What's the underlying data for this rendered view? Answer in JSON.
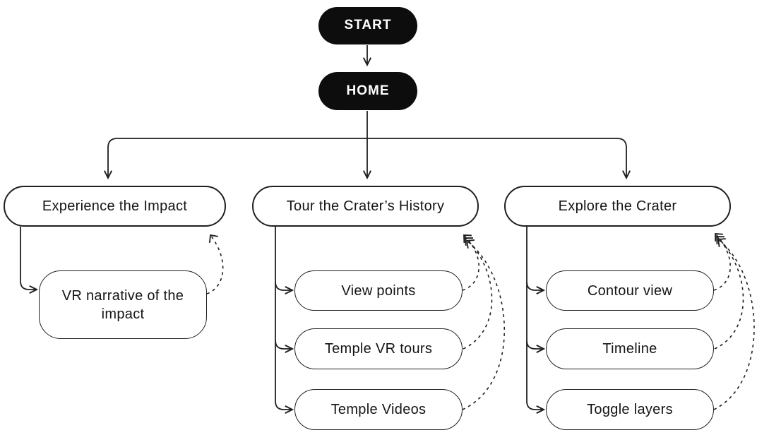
{
  "diagram": {
    "start": {
      "label": "START"
    },
    "home": {
      "label": "HOME"
    },
    "branches": [
      {
        "label": "Experience the Impact",
        "children": [
          {
            "label": "VR narrative of the impact"
          }
        ]
      },
      {
        "label": "Tour the Crater’s History",
        "children": [
          {
            "label": "View points"
          },
          {
            "label": "Temple VR tours"
          },
          {
            "label": "Temple Videos"
          }
        ]
      },
      {
        "label": "Explore the Crater",
        "children": [
          {
            "label": "Contour view"
          },
          {
            "label": "Timeline"
          },
          {
            "label": "Toggle layers"
          }
        ]
      }
    ],
    "colors": {
      "terminal_fill": "#0d0d0d",
      "terminal_text": "#ffffff",
      "node_fill": "#ffffff",
      "node_border": "#1f1f1f",
      "connector": "#1f1f1f",
      "background": "#ffffff"
    }
  }
}
